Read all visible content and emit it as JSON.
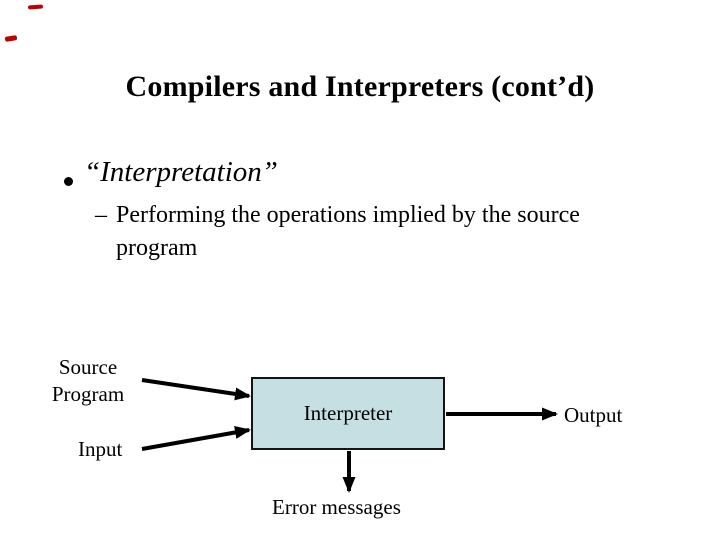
{
  "slide": {
    "title": "Compilers and Interpreters (cont’d)",
    "bullet_glyph": "•",
    "bullet": "“Interpretation”",
    "sub_bullet_dash": "–",
    "sub_bullet": "Performing the operations implied by the source\nprogram"
  },
  "diagram": {
    "box_label": "Interpreter",
    "labels": {
      "source_program": "Source\nProgram",
      "input": "Input",
      "output": "Output",
      "error_messages": "Error messages"
    },
    "colors": {
      "box_fill": "#c6dfe3",
      "box_border": "#141414",
      "arrow": "#000000",
      "corner_mark": "#c00000"
    }
  }
}
